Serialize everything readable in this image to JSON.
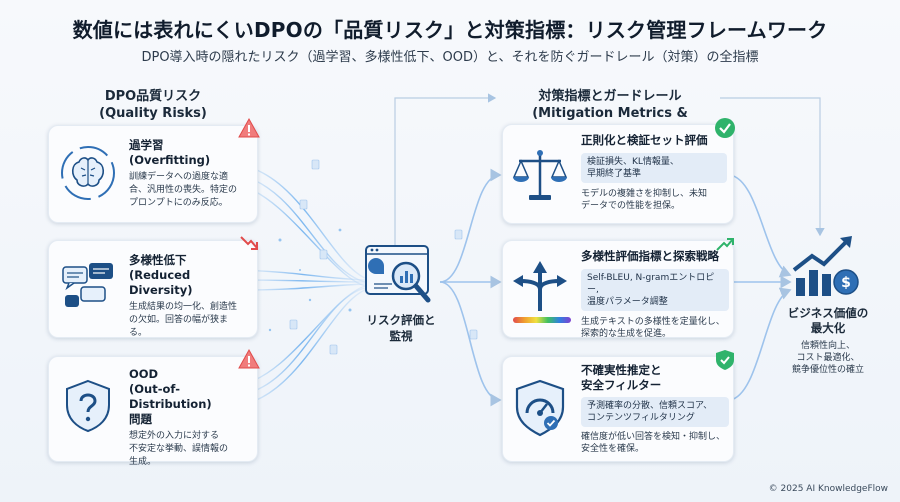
{
  "title": "数値には表れにくいDPOの「品質リスク」と対策指標：リスク管理フレームワーク",
  "subtitle": "DPO導入時の隠れたリスク（過学習、多様性低下、OOD）と、それを防ぐガードレール（対策）の全指標",
  "risks_header": {
    "line1": "DPO品質リスク",
    "line2": "(Quality Risks)"
  },
  "mitigation_header": {
    "line1": "対策指標とガードレール",
    "line2": "(Mitigation Metrics & Guardrails)"
  },
  "risks": [
    {
      "title": "過学習",
      "subtitle": "(Overfitting)",
      "desc": [
        "訓練データへの過度な適",
        "合、汎用性の喪失。特定の",
        "プロンプトにのみ反応。"
      ]
    },
    {
      "title": "多様性低下",
      "subtitle": "(Reduced Diversity)",
      "desc": [
        "生成結果の均一化、創造性",
        "の欠如。回答の幅が狭ま",
        "る。"
      ]
    },
    {
      "title": "OOD",
      "subtitle": "(Out-of-Distribution)",
      "subtitle2": "問題",
      "desc": [
        "想定外の入力に対する",
        "不安定な挙動、誤情報の",
        "生成。"
      ]
    }
  ],
  "center": {
    "line1": "リスク評価と",
    "line2": "監視"
  },
  "mitigations": [
    {
      "title": "正則化と検証セット評価",
      "box": [
        "検証損失、KL情報量、",
        "早期終了基準"
      ],
      "desc": [
        "モデルの複雑さを抑制し、未知",
        "データでの性能を担保。"
      ]
    },
    {
      "title": "多様性評価指標と探索戦略",
      "box": [
        "Self-BLEU, N-gramエントロピー,",
        "温度パラメータ調整"
      ],
      "desc": [
        "生成テキストの多様性を定量化し、",
        "探索的な生成を促進。"
      ]
    },
    {
      "title": "不確実性推定と",
      "title2": "安全フィルター",
      "box": [
        "予測確率の分散、信頼スコア、",
        "コンテンツフィルタリング"
      ],
      "desc": [
        "確信度が低い回答を検知・抑制し、",
        "安全性を確保。"
      ]
    }
  ],
  "value": {
    "title1": "ビジネス価値の",
    "title2": "最大化",
    "desc": [
      "信頼性向上、",
      "コスト最適化、",
      "競争優位性の確立"
    ]
  },
  "copyright": "© 2025 AI KnowledgeFlow",
  "colors": {
    "accent": "#2f6fb5",
    "danger": "#e14b4b",
    "success": "#2fb36b",
    "flow": "#9ec3ec"
  }
}
